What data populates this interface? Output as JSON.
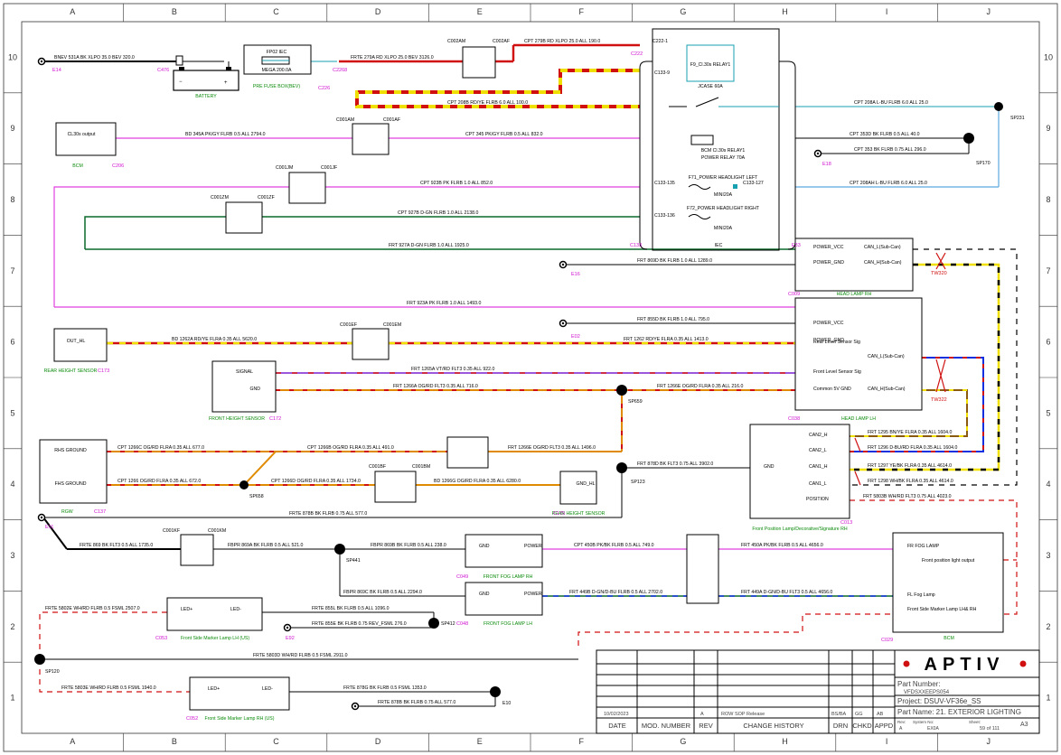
{
  "border": {
    "cols": [
      "A",
      "B",
      "C",
      "D",
      "E",
      "F",
      "G",
      "H",
      "I",
      "J"
    ],
    "rows": [
      "10",
      "9",
      "8",
      "7",
      "6",
      "5",
      "4",
      "3",
      "2",
      "1"
    ]
  },
  "components": {
    "battery": "BATTERY",
    "pre_fuse_box": "PRE FUSE BOX(BEV)",
    "fp02": "FP02 IEC",
    "fp02_rating": "MEGA 200.0A",
    "fuse_f9": "F9_Cl.30s RELAY1",
    "jcase": "JCASE 60A",
    "power_relay": "BCM Cl.30s RELAY1",
    "power_relay_rating": "POWER RELAY 70A",
    "f71": "F71_POWER HEADLIGHT LEFT",
    "f72": "F72_POWER HEADLIGHT RIGHT",
    "mini20a": "MINI20A",
    "iec": "IEC",
    "bcm_out": "CL30s output",
    "bcm": "BCM",
    "rear_height_out": "OUT_HL",
    "rear_height_sensor": "REAR HEIGHT SENSOR",
    "signal": "SIGNAL",
    "gnd": "GND",
    "front_height_sensor": "FRONT HEIGHT SENSOR",
    "rhs_ground": "RHS GROUND",
    "fhs_ground": "FHS GROUND",
    "gnd_hl": "GND_HL",
    "rear_height_sensor2": "REAR HEIGHT SENSOR",
    "power_vcc": "POWER_VCC",
    "power_gnd": "POWER_GND",
    "can_l_sub": "CAN_L(Sub-Can)",
    "can_h_sub": "CAN_H(Sub-Can)",
    "head_lamp_rh": "HEAD LAMP RH",
    "rear_level_sig": "Rear Level Sensor Sig",
    "front_level_sig": "Front Level Sensor Sig",
    "common_5v_gnd": "Common 5V GND",
    "head_lamp_lh": "HEAD LAMP LH",
    "can2_h": "CAN2_H",
    "can2_l": "CAN2_L",
    "can1_h": "CAN1_H",
    "can1_l": "CAN1_L",
    "position": "POSITION",
    "front_pos_lamp": "Front Position Lamp/Decorative/Signature RH",
    "front_fog_lamp_rh": "FRONT FOG LAMP RH",
    "front_fog_lamp_lh": "FRONT FOG LAMP LH",
    "power": "POWER",
    "fr_fog_lamp": "FR FOG LAMP",
    "front_pos_light_out": "Front position light output",
    "fl_fog_lamp": "FL Fog Lamp",
    "front_side_marker_rh_bcm": "Front Side Marker Lamp LH& RH",
    "led_plus": "LED+",
    "led_minus": "LED-",
    "side_marker_lh": "Front Side Marker Lamp LH (US)",
    "side_marker_rh": "Front Side Marker Lamp RH (US)",
    "rgw": "RGW"
  },
  "connectors": [
    "E14",
    "C476",
    "C226",
    "C2268",
    "C002AM",
    "C002AF",
    "C222-1",
    "C222",
    "C133-9",
    "C001AM",
    "C001AF",
    "C206",
    "SP231",
    "SP170",
    "E18",
    "C001JM",
    "C001JF",
    "C001ZM",
    "C001ZF",
    "C133-135",
    "C133-136",
    "C133-127",
    "C133",
    "E33",
    "E16",
    "C009",
    "TW320",
    "C173",
    "C001EF",
    "C001EM",
    "E02",
    "C038",
    "TW322",
    "C172",
    "SP659",
    "C137",
    "SP658",
    "C001BF",
    "C001BM",
    "C175",
    "SP123",
    "C013",
    "E11",
    "C001KF",
    "C001KM",
    "C049",
    "SP441",
    "C048",
    "C029",
    "C053",
    "E92",
    "SP412",
    "SP120",
    "C052",
    "E10"
  ],
  "wires": {
    "w1": "BNEV 531A BK XLPO 35.0 BEV 320.0",
    "w2": "FRTE 279A RD XLPO 25.0 BEV 3126.0",
    "w3": "CPT 279B RD XLPO 25.0 ALL 190.0",
    "w4": "CPT 208B RD/YE FLRB 6.0 ALL 100.0",
    "w5": "CPT 208A L-BU FLRB 6.0 ALL 25.0",
    "w6": "BD 345A PK/GY FLRB 0.5 ALL 2794.0",
    "w7": "CPT 345 PK/GY FLRB 0.5 ALL 832.0",
    "w8": "CPT 353D BK FLRB 0.5 ALL 40.0",
    "w9": "CPT 353 BK FLRB 0.75 ALL 296.0",
    "w10": "CPT 923B PK FLRB 1.0 ALL 852.0",
    "w11": "CPT 208AH L-BU FLRB 6.0 ALL 25.0",
    "w12": "CPT 927B D-GN FLRB 1.0 ALL 2138.0",
    "w13": "FRT 927A D-GN FLRB 1.0 ALL 1925.0",
    "w14": "FRT 869D BK FLRB 1.0 ALL 1289.0",
    "w15": "FRT 923A PK FLRB 1.0 ALL 1493.0",
    "w16": "FRT 855D BK FLRB 1.0 ALL 795.0",
    "w17": "BD 1262A RD/YE FLRA 0.35 ALL 5620.0",
    "w18": "FRT 1262 RD/YE FLRA 0.35 ALL 1413.0",
    "w19": "FRT 1265A VT/RD FLT3 0.35 ALL 922.0",
    "w20": "FRT 1266A OG/RD FLT3 0.35 ALL 716.0",
    "w21": "FRT 1266E OG/RD FLRA 0.35 ALL 216.0",
    "w22": "FRT 1295 BN/YE FLRA 0.35 ALL 1604.0",
    "w23": "FRT 1296 D-BU/RD FLRA 0.35 ALL 1604.0",
    "w24": "FRT 1297 YE/BK FLRA 0.35 ALL 4614.0",
    "w25": "FRT 1298 WH/BK FLRA 0.35 ALL 4614.0",
    "w26": "FRT 878D BK FLT3 0.75 ALL 3902.0",
    "w27": "CPT 1266C OG/RD FLRA 0.35 ALL 677.0",
    "w28": "CPT 1266B OG/RD FLRA 0.35 ALL 491.0",
    "w29": "FRT 1266E OG/RD FLT3 0.35 ALL 1496.0",
    "w30": "CPT 1266 OG/RD FLRA 0.35 ALL 672.0",
    "w31": "CPT 1266D OG/RD FLRA 0.35 ALL 1734.0",
    "w32": "BD 1266G OG/RD FLRA 0.35 ALL 6280.0",
    "w33": "FRT 5803B WH/RD FLT3 0.75 ALL 4023.0",
    "w34": "FRTE 878B BK FLRB 0.75 ALL 577.0",
    "w35": "FRTE 869 BK FLT3 0.5 ALL 1735.0",
    "w36": "FBPR 869A BK FLRB 0.5 ALL 521.0",
    "w37": "FBPR 869B BK FLRB 0.5 ALL 238.0",
    "w38": "CPT 450B PK/BK FLRB 0.5 ALL 749.0",
    "w39": "FRT 450A PK/BK FLRB 0.5 ALL 4656.0",
    "w40": "FBPR 869C BK FLRB 0.5 ALL 2294.0",
    "w41": "FRT 449B D-GN/D-BU FLRB 0.5 ALL 2702.0",
    "w42": "FRT 449A D-GN/D-BU FLT3 0.5 ALL 4656.0",
    "w43": "FRTE 5802E WH/RD FLRB 0.5 FSML 2507.0",
    "w44": "FRTE 855L BK FLRB 0.5 ALL 1096.0",
    "w45": "FRTE 855E BK FLRB 0.75 REV_FSML 276.0",
    "w46": "FRTE 5803D WH/RD FLRB 0.5 FSML 2911.0",
    "w47": "FRTE 5803E WH/RD FLRB 0.5 FSML 1940.0",
    "w48": "FRTE 878G BK FLRB 0.5 FSML 1353.0",
    "w49": "FRTE 878B BK FLRB 0.75 ALL 577.0"
  },
  "title_block": {
    "logo": "APTIV",
    "part_number_label": "Part Number:",
    "part_number": "VFDSXXEEPS054",
    "project": "Project: DSUV-VF36e_SS",
    "part_name": "Part Name: 21. EXTERIOR LIGHTING",
    "date_val": "10/02/2023",
    "rev_val": "A",
    "change_val": "ROW SOP Release",
    "drn_val": "BS/BA",
    "chkd_val": "GG",
    "appd_val": "AB",
    "h_date": "DATE",
    "h_mod": "MOD. NUMBER",
    "h_rev": "REV",
    "h_change": "CHANGE HISTORY",
    "h_drn": "DRN",
    "h_chkd": "CHKD",
    "h_appd": "APPD",
    "rev_small": "Rev:",
    "rev_small_val": "A",
    "system_no_label": "System No:",
    "system_no": "EX0A",
    "sheet_label": "Sheet:",
    "sheet": "59 of 111",
    "size": "A3"
  }
}
